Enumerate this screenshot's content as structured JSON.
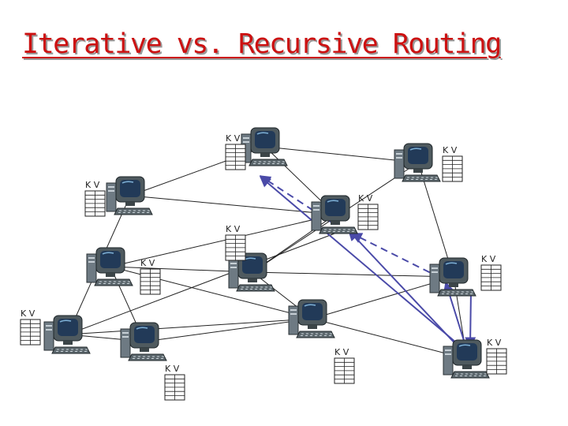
{
  "title": "Iterative vs. Recursive Routing",
  "kv_label": "K V",
  "colors": {
    "title": "#cc1111",
    "edge": "#222222",
    "route": "#4a4aa8",
    "monitor_frame": "#4f5a5f",
    "monitor_screen": "#223a58",
    "tower": "#6e7a83"
  },
  "icons": {
    "node": "computer-icon",
    "table": "kv-table-icon"
  },
  "nodes": [
    {
      "id": "n1"
    },
    {
      "id": "n2"
    },
    {
      "id": "n3"
    },
    {
      "id": "n4"
    },
    {
      "id": "n5"
    },
    {
      "id": "n6"
    },
    {
      "id": "n7"
    },
    {
      "id": "n8"
    },
    {
      "id": "n9"
    },
    {
      "id": "n10"
    },
    {
      "id": "n11"
    },
    {
      "id": "n12"
    },
    {
      "id": "n13"
    }
  ],
  "edges": [
    [
      "n1",
      "n2"
    ],
    [
      "n2",
      "n4"
    ],
    [
      "n2",
      "n3"
    ],
    [
      "n1",
      "n7"
    ],
    [
      "n1",
      "n4"
    ],
    [
      "n4",
      "n6"
    ],
    [
      "n3",
      "n6"
    ],
    [
      "n3",
      "n10"
    ],
    [
      "n4",
      "n5"
    ],
    [
      "n5",
      "n6"
    ],
    [
      "n5",
      "n8"
    ],
    [
      "n5",
      "n9"
    ],
    [
      "n6",
      "n9"
    ],
    [
      "n6",
      "n10"
    ],
    [
      "n7",
      "n8"
    ],
    [
      "n7",
      "n9"
    ],
    [
      "n8",
      "n9"
    ],
    [
      "n9",
      "n10"
    ],
    [
      "n9",
      "n11"
    ],
    [
      "n10",
      "n11"
    ],
    [
      "n7",
      "n12"
    ]
  ],
  "routes": [
    {
      "from": "n12",
      "to": "n2",
      "style": "solid"
    },
    {
      "from": "n12",
      "to": "n4",
      "style": "solid"
    },
    {
      "from": "n12",
      "to": "n10",
      "style": "solid"
    },
    {
      "from": "n4",
      "to": "n2",
      "style": "dashed"
    },
    {
      "from": "n10",
      "to": "n4",
      "style": "dashed"
    },
    {
      "from": "n11",
      "to": "n12",
      "style": "solid"
    }
  ]
}
